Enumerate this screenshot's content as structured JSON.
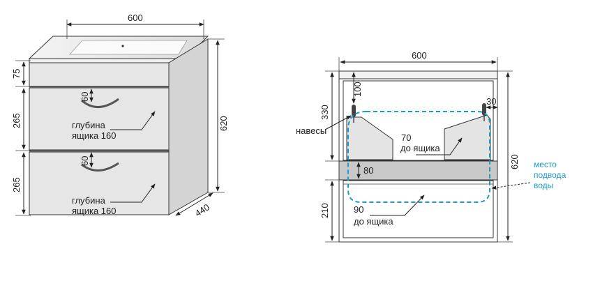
{
  "left": {
    "width": "600",
    "height": "620",
    "depth": "440",
    "top_h": "75",
    "drawer1_h": "265",
    "drawer2_h": "265",
    "handle1": "60",
    "handle2": "60",
    "drawer1_label1": "глубина",
    "drawer1_label2": "ящика 160",
    "drawer2_label1": "глубина",
    "drawer2_label2": "ящика 160"
  },
  "right": {
    "width": "600",
    "height": "620",
    "upper_h": "330",
    "hinge_h": "100",
    "hinge_w": "30",
    "shelf_h": "80",
    "lower_h": "210",
    "hinges_label": "навесы",
    "upper_depth": "70",
    "upper_depth_label": "до ящика",
    "lower_depth": "90",
    "lower_depth_label": "до ящика",
    "water_label1": "место",
    "water_label2": "подвода",
    "water_label3": "воды"
  },
  "colors": {
    "panel_fill": "#e6e6e6",
    "side_fill": "#d4d4d4",
    "shelf_fill": "#c8c8c8",
    "accent_blue": "#1a9cc4"
  }
}
